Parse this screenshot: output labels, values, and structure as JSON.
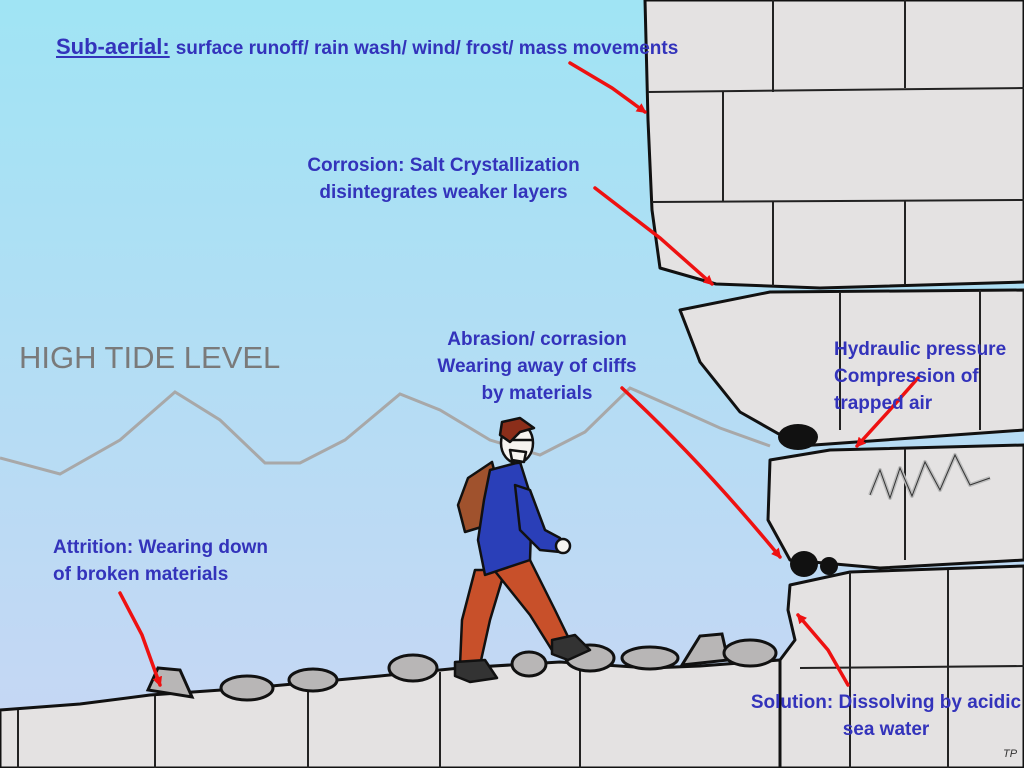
{
  "labels": {
    "sub_aerial": {
      "heading": "Sub-aerial:",
      "text": "surface runoff/ rain wash/ wind/ frost/ mass movements"
    },
    "corrosion": {
      "line1": "Corrosion: Salt Crystallization",
      "line2": "disintegrates weaker layers"
    },
    "abrasion": {
      "line1": "Abrasion/ corrasion",
      "line2": "Wearing away of cliffs",
      "line3": "by materials"
    },
    "hydraulic": {
      "line1": "Hydraulic pressure",
      "line2": "Compression of",
      "line3": "trapped air"
    },
    "attrition": {
      "line1": "Attrition: Wearing down",
      "line2": "of broken materials"
    },
    "solution": {
      "line1": "Solution: Dissolving by acidic",
      "line2": "sea water"
    },
    "high_tide": "HIGH TIDE LEVEL",
    "watermark": "TP"
  },
  "colors": {
    "label_text": "#3333bb",
    "arrow": "#ee1111",
    "sky_top": "#a0e4f4",
    "sky_bottom": "#c8d6f4",
    "rock": "#e4e2e2",
    "tide_line": "#a8a8a8",
    "person_jacket": "#2a3fb8",
    "person_trousers": "#c8502a",
    "person_backpack": "#a0522d"
  },
  "icons": {
    "person": "walking-person-icon",
    "cliff": "cliff-illustration",
    "pebbles": "pebble-icon"
  }
}
